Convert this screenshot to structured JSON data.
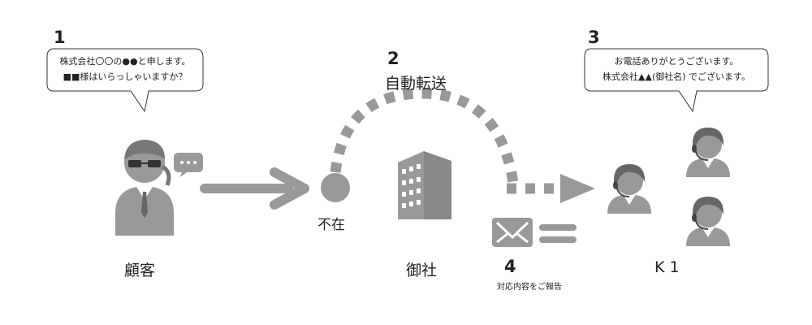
{
  "steps": {
    "s1": "1",
    "s2": "2",
    "s3": "3",
    "s4": "4"
  },
  "bubbles": {
    "customer_line1": "株式会社〇〇の●●と申します。",
    "customer_line2": "■■様はいらっしゃいますか？",
    "k1_line1": "お電話ありがとうございます。",
    "k1_line2": "株式会社▲▲(御社名) でございます。"
  },
  "labels": {
    "auto_forward": "自動転送",
    "absent": "不在",
    "customer": "顧客",
    "your_company": "御社",
    "k1": "K 1",
    "report": "対応内容をご報告"
  },
  "colors": {
    "icon_gray": "#999999"
  }
}
